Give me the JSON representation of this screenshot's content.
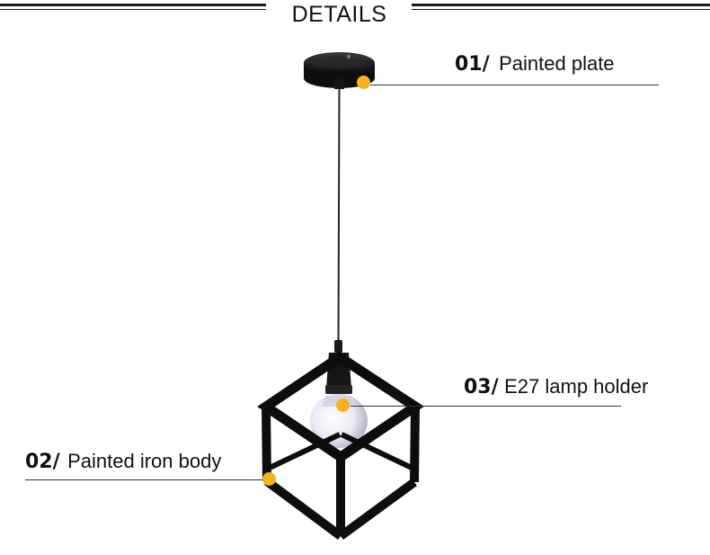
{
  "header": {
    "title": "DETAILS"
  },
  "callouts": [
    {
      "number": "01/",
      "label": "Painted plate"
    },
    {
      "number": "02/",
      "label": "Painted iron body"
    },
    {
      "number": "03/",
      "label": "E27 lamp holder"
    }
  ],
  "colors": {
    "accent_dot": "#f5b21c",
    "lamp_metal": "#111111",
    "bulb": "#e9e6f4"
  }
}
